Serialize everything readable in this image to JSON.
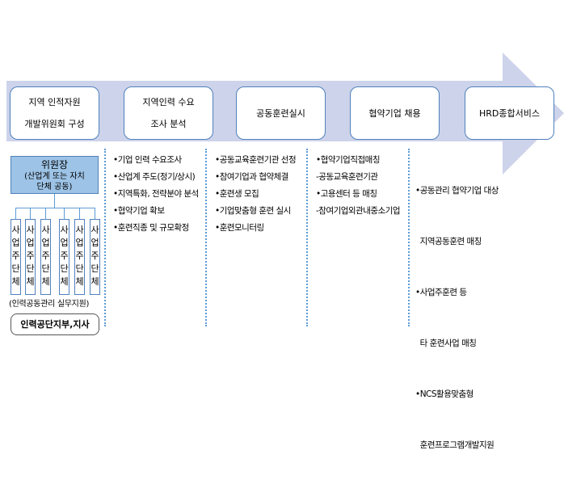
{
  "steps": [
    "지역 인적자원",
    "개발위원회 구성",
    "지역인력 수요",
    "조사 분석",
    "공동훈련실시",
    "협약기업 채용",
    "HRD종합서비스"
  ],
  "chief": {
    "title": "위원장",
    "line1": "(산업계 또는 자치",
    "line2": "단체 공동)"
  },
  "unit_label": "사업주단체",
  "note": "(인력공동관리 실무지원)",
  "branch": "인력공단지부,지사",
  "col2": [
    "•기업 인력 수요조사",
    "•산업계 주도(정기/상시)",
    "•지역특화, 전략분야 분석",
    "•협약기업 확보",
    "•훈련직종 및 규모확정"
  ],
  "col3": [
    "•공동교육훈련기관 선정",
    "•참여기업과 협약체결",
    "•훈련생 모집",
    "•기업맞춤형 훈련 실시",
    "•훈련모니터링"
  ],
  "col4": [
    "•협약기업직접매칭",
    "-공동교육훈련기관",
    "•고용센터 등 매칭",
    "-참여기업외관내중소기업"
  ],
  "col5": [
    "•공동관리 협약기업 대상",
    "  지역공동훈련 매칭",
    "•사업주훈련 등",
    "  타 훈련사업 매칭",
    "•NCS활용맞춤형",
    "  훈련프로그램개발지원"
  ]
}
